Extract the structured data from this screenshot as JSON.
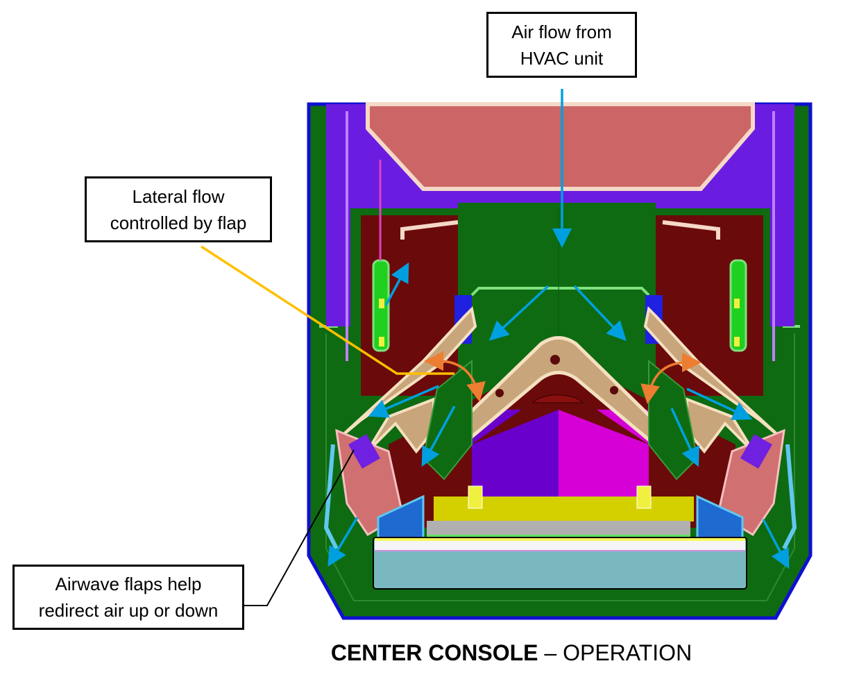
{
  "callouts": {
    "hvac": {
      "line1": "Air flow from",
      "line2": "HVAC unit"
    },
    "lateral": {
      "line1": "Lateral flow",
      "line2": "controlled by flap"
    },
    "airwave": {
      "line1": "Airwave flaps help",
      "line2": "redirect air up or down"
    }
  },
  "title": {
    "bold": "CENTER CONSOLE",
    "rest": " – OPERATION"
  },
  "colors": {
    "airflow_arrow": "#00a0e0",
    "flap_arrow": "#ed7d31",
    "lateral_leader": "#ffc000",
    "housing_green": "#0e6b12",
    "housing_outline": "#1010d0"
  }
}
